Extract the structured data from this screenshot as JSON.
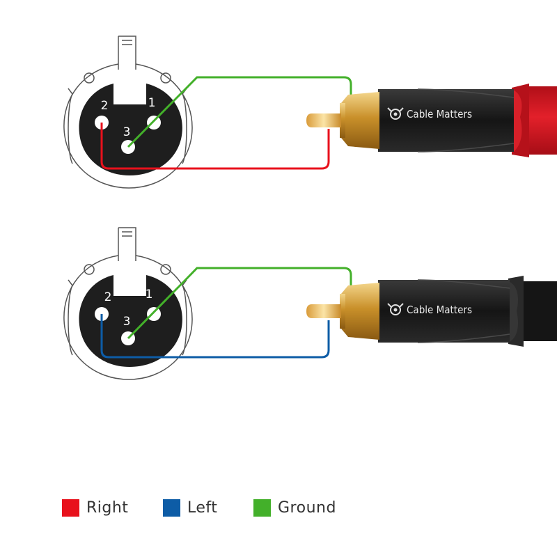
{
  "colors": {
    "right": "#e8111c",
    "left": "#0d5ca6",
    "ground": "#43b02a",
    "connector_body": "#1d1d1d",
    "red_boot": "#d8141f",
    "gold": "#d9a53a",
    "outline": "#555555"
  },
  "diagrams": [
    {
      "name": "right-channel-wiring",
      "xlr_pins": [
        "2",
        "1",
        "3"
      ],
      "rca_brand": "Cable Matters",
      "signal_wire": "right",
      "ground_wire": "ground"
    },
    {
      "name": "left-channel-wiring",
      "xlr_pins": [
        "2",
        "1",
        "3"
      ],
      "rca_brand": "Cable Matters",
      "signal_wire": "left",
      "ground_wire": "ground"
    }
  ],
  "legend": [
    {
      "label": "Right",
      "color": "#e8111c"
    },
    {
      "label": "Left",
      "color": "#0d5ca6"
    },
    {
      "label": "Ground",
      "color": "#43b02a"
    }
  ],
  "icons": [
    "cable-matters-logo-icon"
  ]
}
